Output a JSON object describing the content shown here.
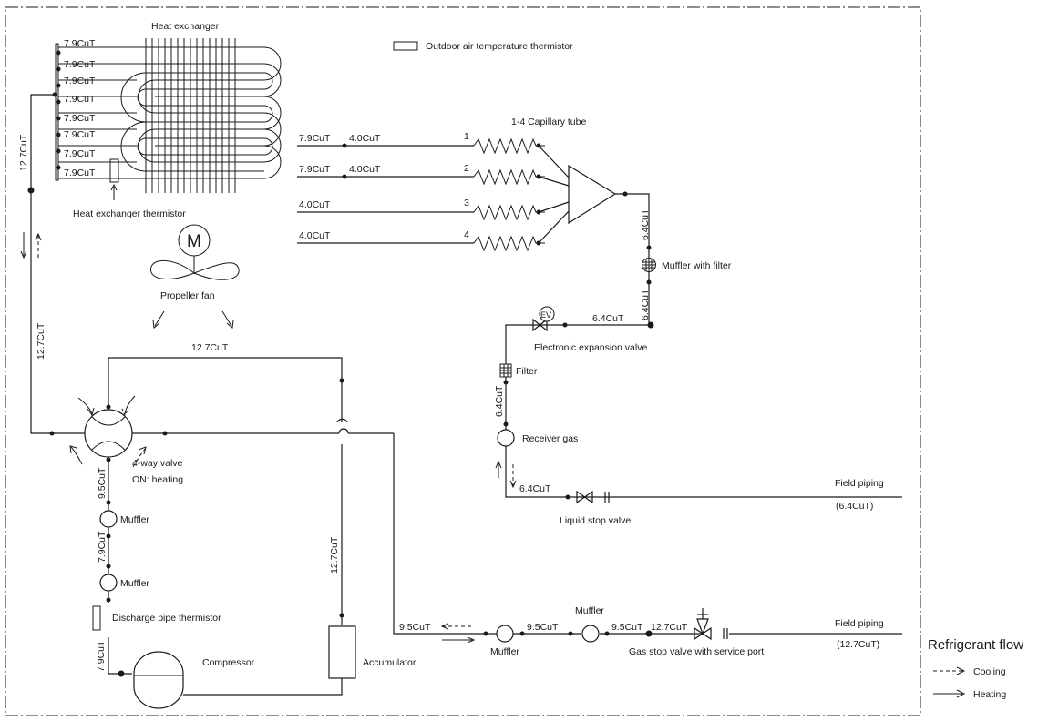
{
  "labels": {
    "heat_exchanger": "Heat exchanger",
    "outdoor_thermistor": "Outdoor air temperature thermistor",
    "hx_thermistor": "Heat exchanger thermistor",
    "motor": "M",
    "propeller_fan": "Propeller fan",
    "capillary_tube": "1-4  Capillary tube",
    "muffler_with_filter": "Muffler with filter",
    "ev": "EV",
    "electronic_expansion_valve": "Electronic expansion valve",
    "filter": "Filter",
    "receiver_gas": "Receiver gas",
    "four_way_valve": "4-way valve",
    "four_way_state": "ON: heating",
    "muffler": "Muffler",
    "discharge_thermistor": "Discharge pipe thermistor",
    "compressor": "Compressor",
    "accumulator": "Accumulator",
    "liquid_stop_valve": "Liquid stop valve",
    "gas_stop_valve": "Gas stop valve with service port",
    "field_piping": "Field piping",
    "field_piping_liquid_size": "(6.4CuT)",
    "field_piping_gas_size": "(12.7CuT)"
  },
  "pipe_sizes": {
    "p79": "7.9CuT",
    "p40": "4.0CuT",
    "p127": "12.7CuT",
    "p64": "6.4CuT",
    "p95": "9.5CuT"
  },
  "capillary_numbers": [
    "1",
    "2",
    "3",
    "4"
  ],
  "legend": {
    "title": "Refrigerant flow",
    "cooling": "Cooling",
    "heating": "Heating"
  }
}
